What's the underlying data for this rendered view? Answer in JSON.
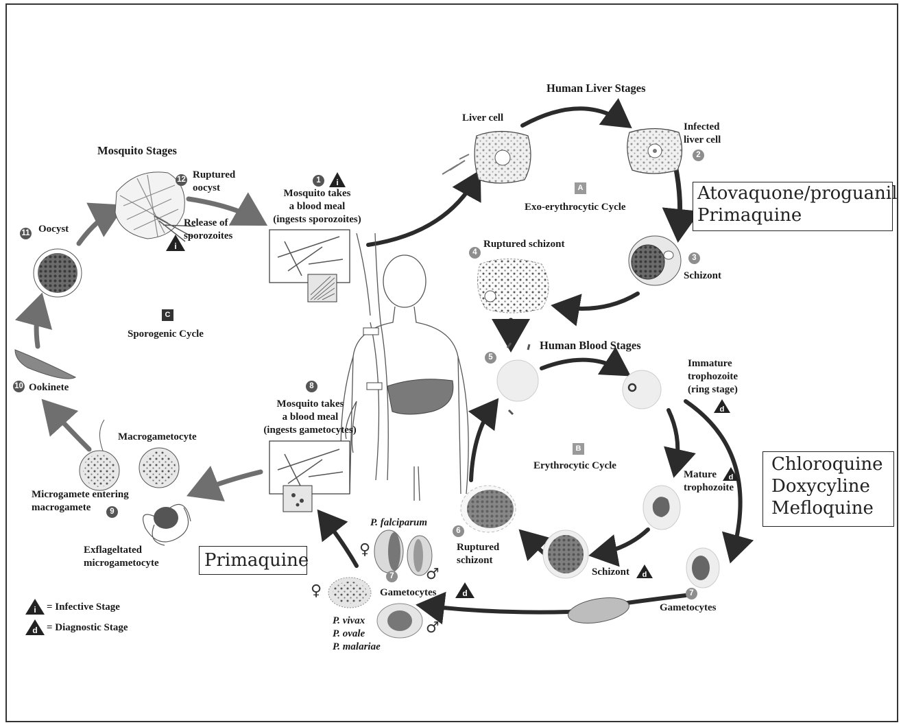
{
  "titles": {
    "human_liver_stages": "Human Liver Stages",
    "mosquito_stages": "Mosquito Stages",
    "human_blood_stages": "Human Blood Stages"
  },
  "cycles": {
    "exo_erythrocytic": {
      "letter": "A",
      "label": "Exo-erythrocytic Cycle"
    },
    "erythrocytic": {
      "letter": "B",
      "label": "Erythrocytic Cycle"
    },
    "sporogenic": {
      "letter": "C",
      "label": "Sporogenic Cycle"
    }
  },
  "steps": {
    "s1": {
      "number": "1",
      "line1": "Mosquito takes",
      "line2": "a blood meal",
      "line3": "(ingests sporozoites)"
    },
    "s2": {
      "number": "2",
      "line1": "Infected",
      "line2": "liver cell"
    },
    "s3": {
      "number": "3",
      "label": "Schizont"
    },
    "s4": {
      "number": "4",
      "label": "Ruptured schizont"
    },
    "s5": {
      "number": "5"
    },
    "s6": {
      "number": "6",
      "line1": "Ruptured",
      "line2": "schizont"
    },
    "s7a": {
      "number": "7",
      "label": "Gametocytes"
    },
    "s7b": {
      "number": "7",
      "label": "Gametocytes"
    },
    "s8": {
      "number": "8",
      "line1": "Mosquito takes",
      "line2": "a blood meal",
      "line3": "(ingests gametocytes)"
    },
    "s9": {
      "number": "9"
    },
    "s10": {
      "number": "10",
      "label": "Ookinete"
    },
    "s11": {
      "number": "11",
      "label": "Oocyst"
    },
    "s12": {
      "number": "12",
      "line1": "Ruptured",
      "line2": "oocyst"
    }
  },
  "labels": {
    "liver_cell": "Liver cell",
    "release_of_sporozoites_1": "Release of",
    "release_of_sporozoites_2": "sporozoites",
    "immature_trophozoite_1": "Immature",
    "immature_trophozoite_2": "trophozoite",
    "immature_trophozoite_3": "(ring stage)",
    "mature_trophozoite_1": "Mature",
    "mature_trophozoite_2": "trophozoite",
    "schizont_blood": "Schizont",
    "macrogametocyte": "Macrogametocyte",
    "microgamete_entering_1": "Microgamete entering",
    "microgamete_entering_2": "macrogamete",
    "exflagellated_1": "Exflageltated",
    "exflagellated_2": "microgametocyte",
    "p_falciparum": "P. falciparum",
    "p_vivax": "P. vivax",
    "p_ovale": "P. ovale",
    "p_malariae": "P. malariae"
  },
  "legend": {
    "infective": {
      "marker": "i",
      "label": "= Infective Stage"
    },
    "diagnostic": {
      "marker": "d",
      "label": "= Diagnostic Stage"
    }
  },
  "drug_boxes": {
    "liver": [
      "Atovaquone/proguanil",
      "Primaquine"
    ],
    "blood": [
      "Chloroquine",
      "Doxycyline",
      "Mefloquine"
    ],
    "gametocyte": [
      "Primaquine"
    ]
  },
  "symbols": {
    "female": "♀",
    "male": "♂"
  },
  "colors": {
    "arrow": "#2b2b2b",
    "arrow_light": "#6f6f6f",
    "badge": "#555555",
    "badge_light": "#8e8e8e",
    "cell": "#efefef",
    "dots": "#555555"
  }
}
